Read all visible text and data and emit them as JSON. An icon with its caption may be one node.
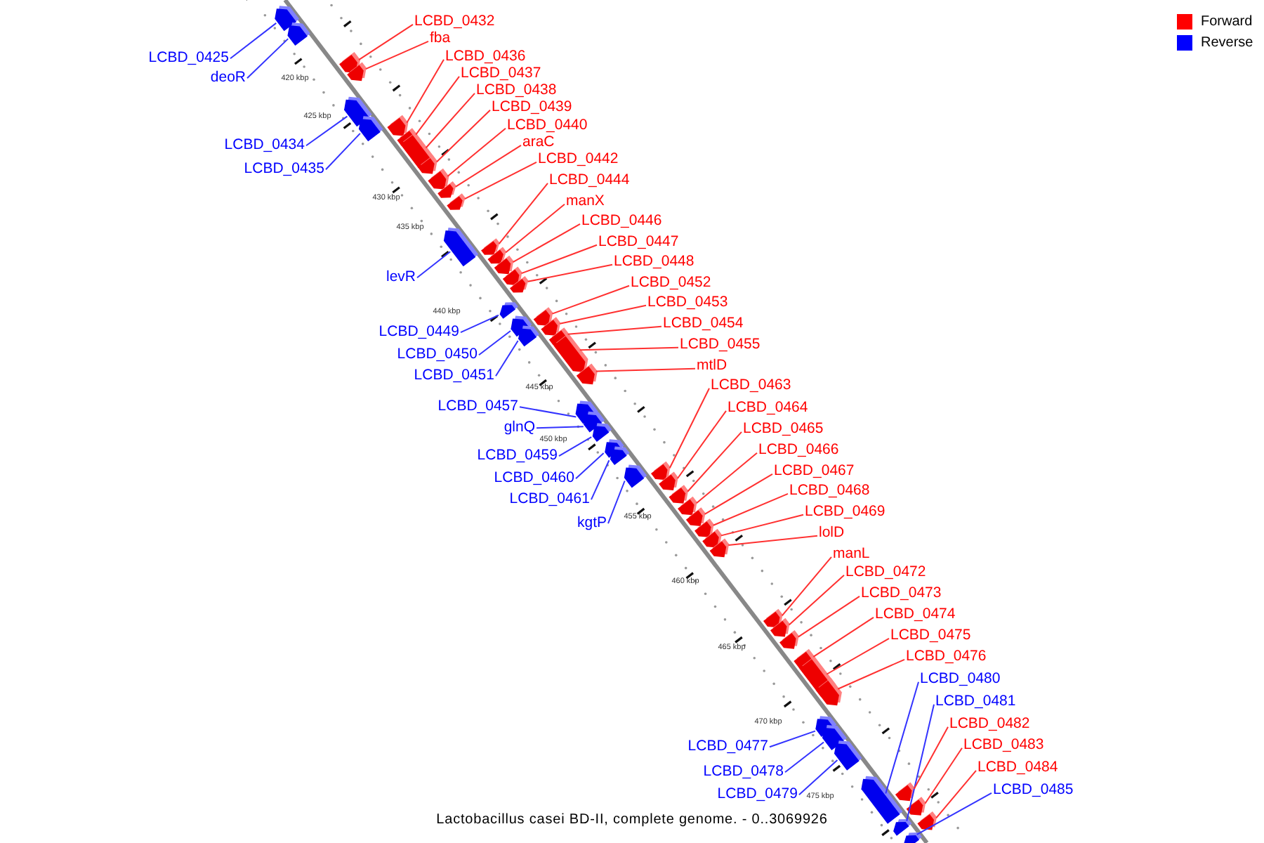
{
  "diagram": {
    "caption": "Lactobacillus casei BD-II, complete genome. - 0..3069926",
    "nodes": [
      {
        "text": [
          "LCBD_0432"
        ]
      },
      {
        "text": [
          "fba"
        ]
      },
      {
        "text": [
          "LCBD_0436"
        ]
      },
      {
        "text": [
          "LCBD_0425"
        ]
      },
      {
        "text": [
          "LCBD_0437"
        ]
      },
      {
        "text": [
          "deoR"
        ]
      },
      {
        "text": [
          "LCBD_0438"
        ]
      },
      {
        "text": [
          "LCBD_0439"
        ]
      },
      {
        "text": [
          "LCBD_0440"
        ]
      },
      {
        "text": [
          "araC"
        ]
      },
      {
        "text": [
          "LCBD_0434"
        ]
      },
      {
        "text": [
          "LCBD_0442"
        ]
      },
      {
        "text": [
          "LCBD_0435"
        ]
      },
      {
        "text": [
          "LCBD_0444"
        ]
      },
      {
        "text": [
          "manX"
        ]
      },
      {
        "text": [
          "LCBD_0446"
        ]
      },
      {
        "text": [
          "LCBD_0447"
        ]
      },
      {
        "text": [
          "LCBD_0448"
        ]
      },
      {
        "text": [
          "levR"
        ]
      },
      {
        "text": [
          "LCBD_0452"
        ]
      },
      {
        "text": [
          "LCBD_0453"
        ]
      },
      {
        "text": [
          "LCBD_0454"
        ]
      },
      {
        "text": [
          "LCBD_0449"
        ]
      },
      {
        "text": [
          "LCBD_0455"
        ]
      },
      {
        "text": [
          "LCBD_0450"
        ]
      },
      {
        "text": [
          "mtlD"
        ]
      },
      {
        "text": [
          "LCBD_0451"
        ]
      },
      {
        "text": [
          "LCBD_0463"
        ]
      },
      {
        "text": [
          "LCBD_0457"
        ]
      },
      {
        "text": [
          "LCBD_0464"
        ]
      },
      {
        "text": [
          "glnQ"
        ]
      },
      {
        "text": [
          "LCBD_0465"
        ]
      },
      {
        "text": [
          "LCBD_0466"
        ]
      },
      {
        "text": [
          "LCBD_0459"
        ]
      },
      {
        "text": [
          "LCBD_0467"
        ]
      },
      {
        "text": [
          "LCBD_0460"
        ]
      },
      {
        "text": [
          "LCBD_0468"
        ]
      },
      {
        "text": [
          "LCBD_0461"
        ]
      },
      {
        "text": [
          "LCBD_0469"
        ]
      },
      {
        "text": [
          "kgtP"
        ]
      },
      {
        "text": [
          "lolD"
        ]
      },
      {
        "text": [
          "manL"
        ]
      },
      {
        "text": [
          "LCBD_0472"
        ]
      },
      {
        "text": [
          "LCBD_0473"
        ]
      },
      {
        "text": [
          "LCBD_0474"
        ]
      },
      {
        "text": [
          "LCBD_0475"
        ]
      },
      {
        "text": [
          "LCBD_0476"
        ]
      },
      {
        "text": [
          "LCBD_0480"
        ]
      },
      {
        "text": [
          "LCBD_0481"
        ]
      },
      {
        "text": [
          "LCBD_0482"
        ]
      },
      {
        "text": [
          "LCBD_0477"
        ]
      },
      {
        "text": [
          "LCBD_0483"
        ]
      },
      {
        "text": [
          "LCBD_0484"
        ]
      },
      {
        "text": [
          "LCBD_0478"
        ]
      },
      {
        "text": [
          "LCBD_0485"
        ]
      },
      {
        "text": [
          "LCBD_0479"
        ]
      },
      {
        "text": [],
        "shape": "pentagon"
      },
      {
        "text": [],
        "shape": "pentagon"
      },
      {
        "text": [],
        "shape": "pentagon"
      },
      {
        "text": [],
        "shape": "pentagon"
      },
      {
        "text": [],
        "shape": "pentagon"
      },
      {
        "text": [],
        "shape": "pentagon"
      },
      {
        "text": [],
        "shape": "pentagon"
      },
      {
        "text": [],
        "shape": "pentagon"
      },
      {
        "text": [],
        "shape": "pentagon"
      },
      {
        "text": [],
        "shape": "pentagon"
      },
      {
        "text": [],
        "shape": "pentagon"
      },
      {
        "text": [],
        "shape": "pentagon"
      },
      {
        "text": [],
        "shape": "pentagon"
      },
      {
        "text": [],
        "shape": "pentagon"
      },
      {
        "text": [],
        "shape": "pentagon"
      },
      {
        "text": [],
        "shape": "pentagon"
      },
      {
        "text": [],
        "shape": "pentagon"
      },
      {
        "text": [],
        "shape": "pentagon"
      },
      {
        "text": [],
        "shape": "pentagon"
      },
      {
        "text": [],
        "shape": "pentagon"
      },
      {
        "text": [],
        "shape": "pentagon"
      },
      {
        "text": [],
        "shape": "pentagon"
      },
      {
        "text": [],
        "shape": "pentagon"
      },
      {
        "text": [],
        "shape": "pentagon"
      },
      {
        "text": [],
        "shape": "pentagon"
      },
      {
        "text": [],
        "shape": "pentagon"
      },
      {
        "text": [],
        "shape": "pentagon"
      },
      {
        "text": [],
        "shape": "pentagon"
      },
      {
        "text": [],
        "shape": "pentagon"
      },
      {
        "text": [],
        "shape": "pentagon"
      },
      {
        "text": [],
        "shape": "pentagon"
      },
      {
        "text": [],
        "shape": "pentagon"
      },
      {
        "text": [],
        "shape": "pentagon"
      },
      {
        "text": [],
        "shape": "pentagon"
      },
      {
        "text": [],
        "shape": "pentagon"
      },
      {
        "text": [],
        "shape": "pentagon"
      },
      {
        "text": [],
        "shape": "pentagon"
      },
      {
        "text": [],
        "shape": "pentagon"
      },
      {
        "text": [],
        "shape": "pentagon"
      },
      {
        "text": [],
        "shape": "pentagon"
      },
      {
        "text": [],
        "shape": "pentagon"
      },
      {
        "text": [],
        "shape": "pentagon"
      },
      {
        "text": [],
        "shape": "pentagon"
      },
      {
        "text": [],
        "shape": "pentagon"
      },
      {
        "text": [],
        "shape": "pentagon"
      },
      {
        "text": [],
        "shape": "pentagon"
      },
      {
        "text": [],
        "shape": "pentagon"
      },
      {
        "text": [],
        "shape": "pentagon"
      },
      {
        "text": [],
        "shape": "pentagon"
      },
      {
        "text": [],
        "shape": "pentagon"
      },
      {
        "text": [],
        "shape": "pentagon"
      },
      {
        "text": [],
        "shape": "pentagon"
      },
      {
        "text": [],
        "shape": "pentagon"
      },
      {
        "text": [],
        "shape": "pentagon"
      },
      {
        "text": [],
        "shape": "pentagon"
      },
      {
        "text": [],
        "shape": "pentagon"
      }
    ],
    "edges": [
      {
        "from": 0,
        "to": 56,
        "arrow": "none"
      },
      {
        "from": 1,
        "to": 57,
        "arrow": "none"
      },
      {
        "from": 2,
        "to": 58,
        "arrow": "none"
      },
      {
        "from": 3,
        "to": 59,
        "arrow": "none",
        "color": "#3333ff"
      },
      {
        "from": 4,
        "to": 60,
        "arrow": "none"
      },
      {
        "from": 5,
        "to": 61,
        "arrow": "none",
        "color": "#3333ff"
      },
      {
        "from": 6,
        "to": 62,
        "arrow": "none"
      },
      {
        "from": 7,
        "to": 63,
        "arrow": "none"
      },
      {
        "from": 8,
        "to": 64,
        "arrow": "none"
      },
      {
        "from": 9,
        "to": 65,
        "arrow": "none"
      },
      {
        "from": 10,
        "to": 66,
        "arrow": "none",
        "color": "#3333ff"
      },
      {
        "from": 11,
        "to": 67,
        "arrow": "none"
      },
      {
        "from": 12,
        "to": 68,
        "arrow": "none",
        "color": "#3333ff"
      },
      {
        "from": 13,
        "to": 69,
        "arrow": "none"
      },
      {
        "from": 14,
        "to": 70,
        "arrow": "none"
      },
      {
        "from": 15,
        "to": 71,
        "arrow": "none"
      },
      {
        "from": 16,
        "to": 72,
        "arrow": "none"
      },
      {
        "from": 17,
        "to": 73,
        "arrow": "none"
      },
      {
        "from": 18,
        "to": 74,
        "arrow": "none",
        "color": "#3333ff"
      },
      {
        "from": 19,
        "to": 75,
        "arrow": "none"
      },
      {
        "from": 20,
        "to": 76,
        "arrow": "none"
      },
      {
        "from": 21,
        "to": 77,
        "arrow": "none"
      },
      {
        "from": 22,
        "to": 78,
        "arrow": "none",
        "color": "#3333ff"
      },
      {
        "from": 23,
        "to": 79,
        "arrow": "none"
      },
      {
        "from": 24,
        "to": 80,
        "arrow": "none",
        "color": "#3333ff"
      },
      {
        "from": 25,
        "to": 81,
        "arrow": "none"
      },
      {
        "from": 26,
        "to": 82,
        "arrow": "none",
        "color": "#3333ff"
      },
      {
        "from": 27,
        "to": 83,
        "arrow": "none"
      },
      {
        "from": 28,
        "to": 84,
        "arrow": "none",
        "color": "#3333ff"
      },
      {
        "from": 29,
        "to": 85,
        "arrow": "none"
      },
      {
        "from": 30,
        "to": 86,
        "arrow": "none",
        "color": "#3333ff"
      },
      {
        "from": 31,
        "to": 87,
        "arrow": "none"
      },
      {
        "from": 32,
        "to": 88,
        "arrow": "none"
      },
      {
        "from": 33,
        "to": 89,
        "arrow": "none",
        "color": "#3333ff"
      },
      {
        "from": 34,
        "to": 90,
        "arrow": "none"
      },
      {
        "from": 35,
        "to": 91,
        "arrow": "none",
        "color": "#3333ff"
      },
      {
        "from": 36,
        "to": 92,
        "arrow": "none"
      },
      {
        "from": 37,
        "to": 93,
        "arrow": "none",
        "color": "#3333ff"
      },
      {
        "from": 38,
        "to": 94,
        "arrow": "none"
      },
      {
        "from": 39,
        "to": 95,
        "arrow": "none",
        "color": "#3333ff"
      },
      {
        "from": 40,
        "to": 96,
        "arrow": "none"
      },
      {
        "from": 41,
        "to": 97,
        "arrow": "none"
      },
      {
        "from": 42,
        "to": 98,
        "arrow": "none"
      },
      {
        "from": 43,
        "to": 99,
        "arrow": "none"
      },
      {
        "from": 44,
        "to": 100,
        "arrow": "none"
      },
      {
        "from": 45,
        "to": 101,
        "arrow": "none"
      },
      {
        "from": 46,
        "to": 102,
        "arrow": "none"
      },
      {
        "from": 47,
        "to": 103,
        "arrow": "none",
        "color": "#3333ff"
      },
      {
        "from": 48,
        "to": 104,
        "arrow": "none",
        "color": "#3333ff"
      },
      {
        "from": 49,
        "to": 105,
        "arrow": "none"
      },
      {
        "from": 50,
        "to": 106,
        "arrow": "none",
        "color": "#3333ff"
      },
      {
        "from": 51,
        "to": 107,
        "arrow": "none"
      },
      {
        "from": 52,
        "to": 108,
        "arrow": "none"
      },
      {
        "from": 53,
        "to": 109,
        "arrow": "none",
        "color": "#3333ff"
      },
      {
        "from": 54,
        "to": 110,
        "arrow": "none",
        "color": "#3333ff"
      },
      {
        "from": 55,
        "to": 111,
        "arrow": "none",
        "color": "#3333ff"
      }
    ],
    "labels": [
      "420 kbp",
      "425 kbp",
      "430 kbp",
      "435 kbp",
      "440 kbp",
      "445 kbp",
      "450 kbp",
      "455 kbp",
      "460 kbp",
      "465 kbp",
      "470 kbp",
      "475 kbp"
    ],
    "legend": [
      {
        "text": "Forward",
        "color": "#ff0000"
      },
      {
        "text": "Reverse",
        "color": "#0000ff"
      }
    ]
  }
}
